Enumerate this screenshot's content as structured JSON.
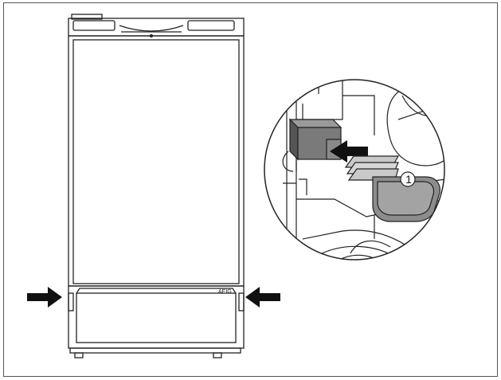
{
  "figure": {
    "callout_label": "1",
    "colors": {
      "line": "#222222",
      "part_fill": "#7a7a7a",
      "part_dark": "#555555",
      "arrow": "#111111",
      "background": "#ffffff"
    },
    "elements": [
      "refrigerator-front-view",
      "left-arrow",
      "right-arrow",
      "detail-magnifier-circle",
      "mounting-clip",
      "insertion-arrow"
    ]
  }
}
